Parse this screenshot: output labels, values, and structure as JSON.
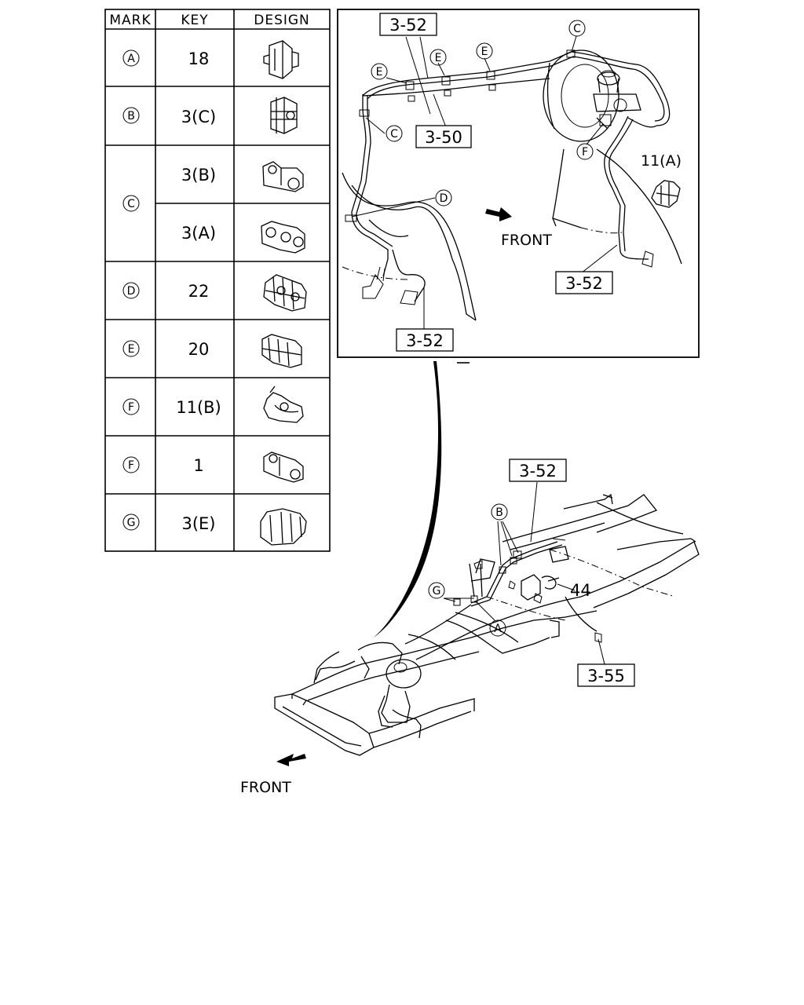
{
  "table": {
    "headers": [
      "MARK",
      "KEY",
      "DESIGN"
    ],
    "rows": [
      {
        "mark": "A",
        "key": "18",
        "design_icon": "clip-a-icon"
      },
      {
        "mark": "B",
        "key": "3(C)",
        "design_icon": "clip-b-icon"
      },
      {
        "mark": "C",
        "key": "3(B)",
        "design_icon": "clip-c1-icon"
      },
      {
        "mark": "",
        "key": "3(A)",
        "design_icon": "clip-c2-icon"
      },
      {
        "mark": "D",
        "key": "22",
        "design_icon": "clip-d-icon"
      },
      {
        "mark": "E",
        "key": "20",
        "design_icon": "clip-e-icon"
      },
      {
        "mark": "F",
        "key": "11(B)",
        "design_icon": "clip-f1-icon"
      },
      {
        "mark": "F",
        "key": "1",
        "design_icon": "clip-f2-icon"
      },
      {
        "mark": "G",
        "key": "3(E)",
        "design_icon": "clip-g-icon"
      }
    ]
  },
  "detail": {
    "ref_top": "3-52",
    "ref_mid": "3-50",
    "ref_right": "3-52",
    "ref_bottom": "3-52",
    "part_11a": "11(A)",
    "front_label": "FRONT",
    "markers": {
      "c_top": "C",
      "e1": "E",
      "e2": "E",
      "e3": "E",
      "c_left": "C",
      "d": "D",
      "f": "F"
    }
  },
  "frame": {
    "ref_352": "3-52",
    "ref_355": "3-55",
    "part_44": "44",
    "front_label": "FRONT",
    "markers": {
      "b": "B",
      "g": "G",
      "a": "A"
    }
  }
}
